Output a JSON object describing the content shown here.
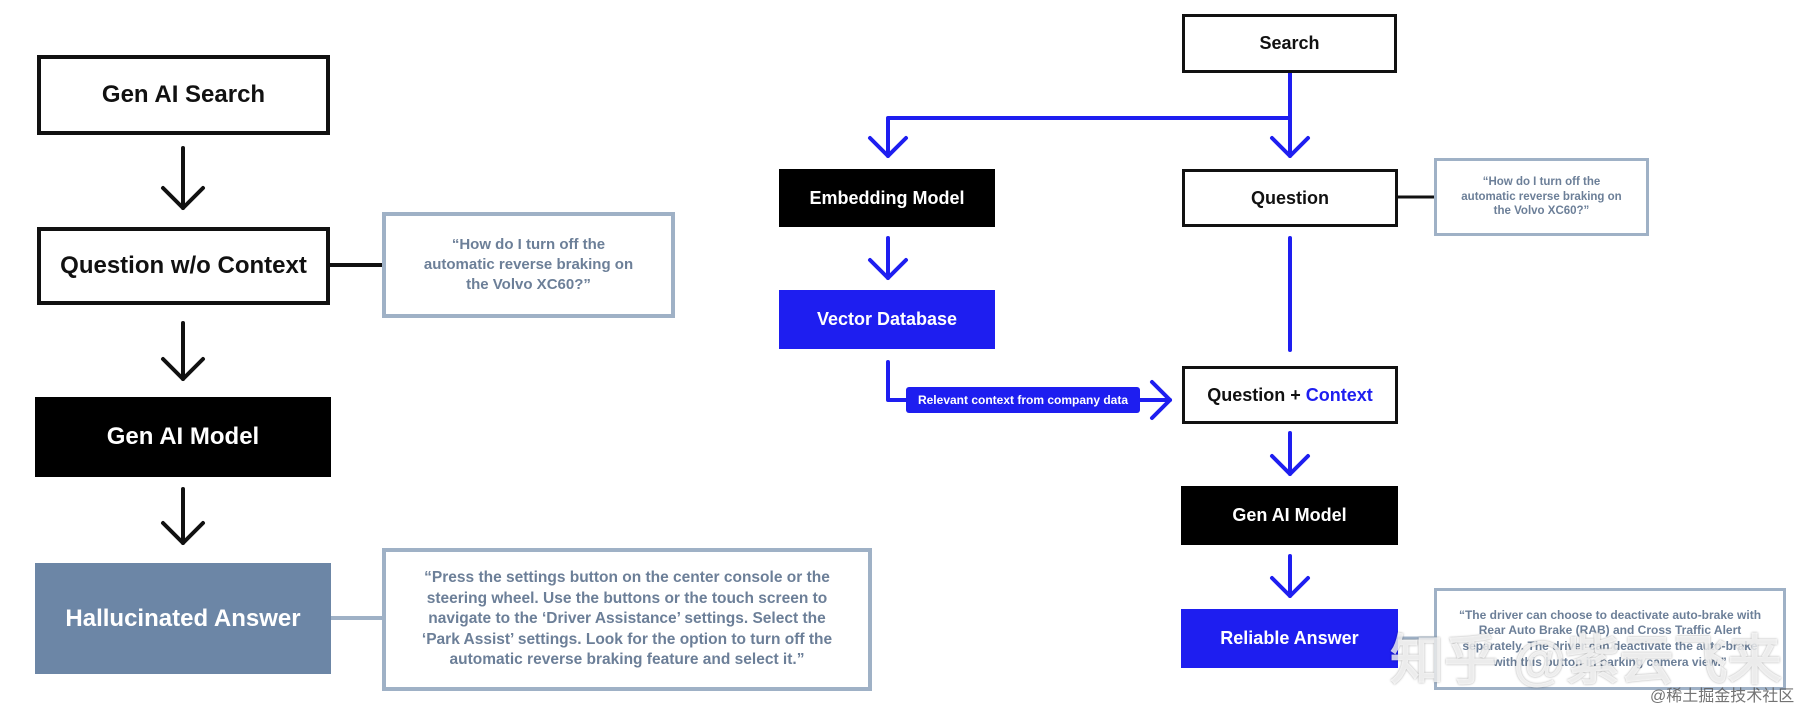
{
  "left": {
    "search": "Gen AI Search",
    "question": "Question w/o Context",
    "question_quote": "“How do I turn off the automatic reverse braking on the Volvo XC60?”",
    "model": "Gen AI Model",
    "answer": "Hallucinated Answer",
    "answer_quote": "“Press the settings button on the center console or the steering wheel. Use the buttons or the touch screen to navigate to the ‘Driver Assistance’ settings. Select the ‘Park Assist’ settings. Look for the option to turn off the automatic reverse braking feature and select it.”"
  },
  "right": {
    "search": "Search",
    "embedding": "Embedding Model",
    "question": "Question",
    "question_quote": "“How do I turn off the automatic reverse braking on the Volvo XC60?”",
    "vector_db": "Vector Database",
    "context_label": "Relevant context from company data",
    "question_context_prefix": "Question + ",
    "question_context_word": "Context",
    "model": "Gen AI Model",
    "answer": "Reliable Answer",
    "answer_quote": "“The driver can choose to deactivate auto-brake with Rear Auto Brake (RAB) and Cross Traffic Alert separately. The driver can deactivate the auto-brake with this button in parking camera view.”"
  },
  "watermark": {
    "main": "知乎 @紫云飞来",
    "sub": "@稀土掘金技术社区"
  },
  "colors": {
    "black": "#111111",
    "blue": "#1e1ef0",
    "slate": "#6c86a6",
    "quote_border": "#9fb1c6",
    "quote_text": "#6c7f98"
  }
}
